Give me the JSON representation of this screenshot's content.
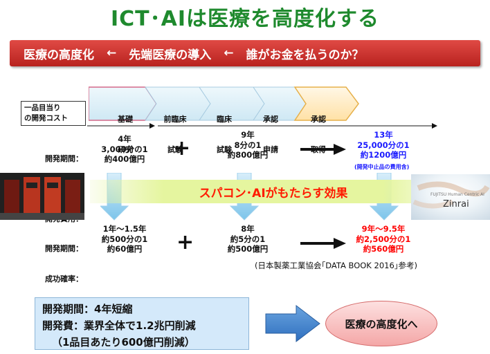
{
  "title": "ICT･AIは医療を高度化する",
  "banner": {
    "left": "医療の高度化",
    "mid": "先端医療の導入",
    "right": "誰がお金を払うのか？",
    "arrow": "←"
  },
  "cost_label": [
    "一品目当り",
    "の開発コスト"
  ],
  "stages": [
    {
      "line1": "基礎",
      "line2": "研究"
    },
    {
      "line1": "前臨床",
      "line2": "試験"
    },
    {
      "line1": "臨床",
      "line2": "試験"
    },
    {
      "line1": "承認",
      "line2": "申請"
    },
    {
      "line1": "承認",
      "line2": "取得"
    }
  ],
  "row_labels": {
    "period": "開発期間：",
    "rate": "成功確率：",
    "cost": "開発費用："
  },
  "before": {
    "a": {
      "period": "4年",
      "rate": "3,000分の1",
      "cost": "約400億円"
    },
    "b": {
      "period": "9年",
      "rate": "8分の1",
      "cost": "約800億円"
    },
    "total": {
      "period": "13年",
      "rate": "25,000分の1",
      "cost": "約1200億円",
      "note": "(開発中止品の費用含)"
    }
  },
  "band": "スパコン･AIがもたらす効果",
  "after": {
    "a": {
      "period": "1年～1.5年",
      "rate": "約500分の1",
      "cost": "約60億円"
    },
    "b": {
      "period": "8年",
      "rate": "約5分の1",
      "cost": "約500億円"
    },
    "total": {
      "period": "9年～9.5年",
      "rate": "約2,500分の1",
      "cost": "約560億円"
    }
  },
  "plus": "+",
  "source": "(日本製薬工業協会｢DATA BOOK 2016｣参考)",
  "summary": {
    "line1": "開発期間：4年短縮",
    "line2": "開発費：業界全体で1.2兆円削減",
    "line3": "（1品目あたり600億円削減）"
  },
  "result": "医療の高度化へ",
  "logo": {
    "text": "Zinrai",
    "small": "FUJITSU Human Centric AI"
  },
  "colors": {
    "title": "#1f8a2e",
    "banner": "#c9302c",
    "stage": "#dff0f8",
    "band": "#e5f59f",
    "band_text": "#ff1a00",
    "total_before": "#1a1aff",
    "total_after": "#ff0000",
    "summary_bg": "#d4e9fa",
    "result_bg": "#f4a7a7"
  }
}
